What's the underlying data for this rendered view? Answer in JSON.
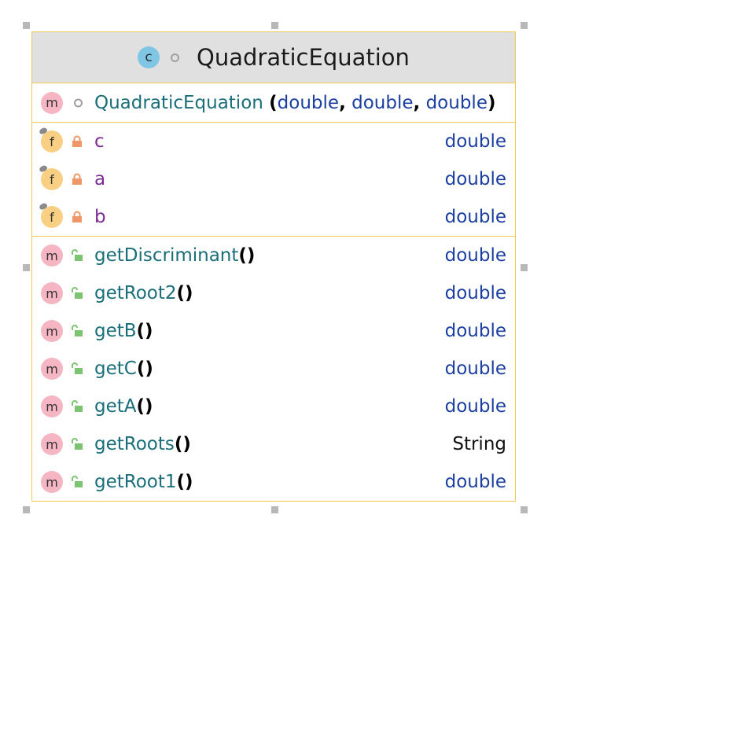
{
  "class": {
    "name": "QuadraticEquation",
    "icon": "class-icon",
    "icon_letter": "c",
    "visibility": "package-private"
  },
  "constructor": {
    "name": "QuadraticEquation",
    "icon_letter": "m",
    "open_paren": "(",
    "close_paren": ")",
    "comma": ",",
    "params": [
      "double",
      "double",
      "double"
    ]
  },
  "fields": [
    {
      "name": "c",
      "type": "double",
      "icon_letter": "f",
      "visibility": "private"
    },
    {
      "name": "a",
      "type": "double",
      "icon_letter": "f",
      "visibility": "private"
    },
    {
      "name": "b",
      "type": "double",
      "icon_letter": "f",
      "visibility": "private"
    }
  ],
  "methods": [
    {
      "name": "getDiscriminant",
      "parens": "()",
      "type": "double",
      "icon_letter": "m",
      "visibility": "public"
    },
    {
      "name": "getRoot2",
      "parens": "()",
      "type": "double",
      "icon_letter": "m",
      "visibility": "public"
    },
    {
      "name": "getB",
      "parens": "()",
      "type": "double",
      "icon_letter": "m",
      "visibility": "public"
    },
    {
      "name": "getC",
      "parens": "()",
      "type": "double",
      "icon_letter": "m",
      "visibility": "public"
    },
    {
      "name": "getA",
      "parens": "()",
      "type": "double",
      "icon_letter": "m",
      "visibility": "public"
    },
    {
      "name": "getRoots",
      "parens": "()",
      "type": "String",
      "icon_letter": "m",
      "visibility": "public"
    },
    {
      "name": "getRoot1",
      "parens": "()",
      "type": "double",
      "icon_letter": "m",
      "visibility": "public"
    }
  ],
  "colors": {
    "border": "#f3c74f",
    "header_bg": "#e0e0e0",
    "method_badge": "#f5b5c2",
    "field_badge": "#f9cf84",
    "class_badge": "#7ec6e4",
    "method_name": "#1a6e7a",
    "field_name": "#7b2d91",
    "type": "#1a3fa0",
    "private_lock": "#f0976a",
    "public_lock": "#7cc472"
  }
}
